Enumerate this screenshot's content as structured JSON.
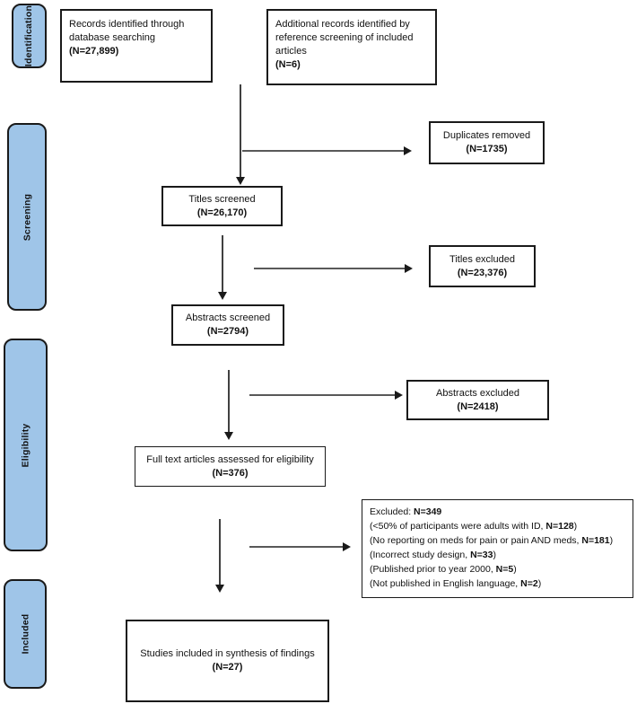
{
  "colors": {
    "stage_fill": "#9FC5E8",
    "box_border": "#1a1a1a",
    "line": "#404040"
  },
  "diagram": {
    "type": "prisma-flow",
    "stages": [
      {
        "label": "Identification"
      },
      {
        "label": "Screening"
      },
      {
        "label": "Eligibility"
      },
      {
        "label": "Included"
      }
    ],
    "nodes": {
      "records_identified": {
        "label": "Records identified through database searching",
        "count": "(N=27,899)"
      },
      "additional_records": {
        "label": "Additional records identified by reference screening of included articles",
        "count": "(N=6)"
      },
      "duplicates_removed": {
        "label": "Duplicates removed",
        "count": "(N=1735)"
      },
      "titles_screened": {
        "label": "Titles screened",
        "count": "(N=26,170)"
      },
      "titles_excluded": {
        "label": "Titles excluded",
        "count": "(N=23,376)"
      },
      "abstracts_screened": {
        "label": "Abstracts screened",
        "count": "(N=2794)"
      },
      "abstracts_excluded": {
        "label": "Abstracts excluded",
        "count": "(N=2418)"
      },
      "fulltext_assessed": {
        "label": "Full text articles assessed for eligibility",
        "count": "(N=376)"
      },
      "studies_included": {
        "label": "Studies included in synthesis of findings",
        "count": "(N=27)"
      },
      "excluded_reasons": {
        "lines": [
          {
            "pre": "Excluded: ",
            "bold": "N=349",
            "post": ""
          },
          {
            "pre": "(<50% of participants were adults with ID, ",
            "bold": "N=128",
            "post": ")"
          },
          {
            "pre": "(No reporting on meds for pain or pain AND meds, ",
            "bold": "N=181",
            "post": ")"
          },
          {
            "pre": "(Incorrect study design, ",
            "bold": "N=33",
            "post": ")"
          },
          {
            "pre": "(Published prior to year 2000, ",
            "bold": "N=5",
            "post": ")"
          },
          {
            "pre": "(Not published in English language, ",
            "bold": "N=2",
            "post": ")"
          }
        ]
      }
    }
  }
}
